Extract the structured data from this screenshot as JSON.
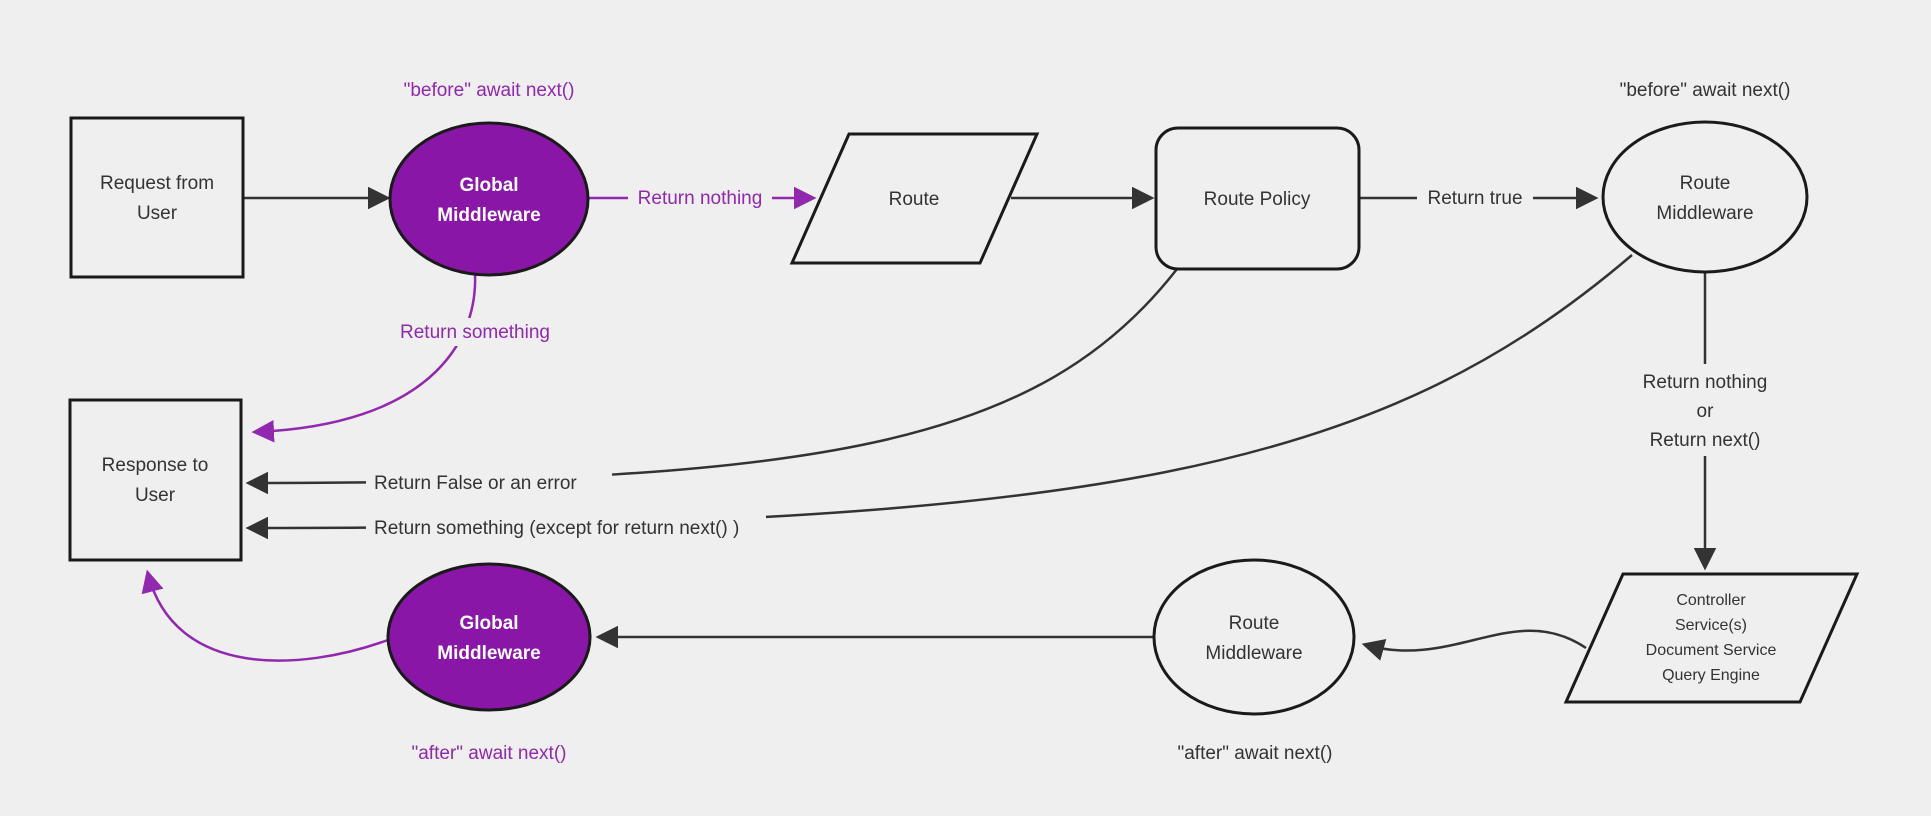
{
  "diagram": {
    "background": "#efefef",
    "colors": {
      "purple_fill": "#8a16a8",
      "purple_accent": "#9128ad",
      "dark": "#333333",
      "node_border": "#1a1a1a",
      "node_fill": "#efefef",
      "white_text": "#ffffff"
    },
    "nodes": {
      "request": {
        "line1": "Request from",
        "line2": "User"
      },
      "global_middleware_top": {
        "line1": "Global",
        "line2": "Middleware"
      },
      "route": {
        "label": "Route"
      },
      "route_policy": {
        "label": "Route Policy"
      },
      "route_middleware_top": {
        "line1": "Route",
        "line2": "Middleware"
      },
      "controller": {
        "line1": "Controller",
        "line2": "Service(s)",
        "line3": "Document Service",
        "line4": "Query Engine"
      },
      "route_middleware_bottom": {
        "line1": "Route",
        "line2": "Middleware"
      },
      "global_middleware_bottom": {
        "line1": "Global",
        "line2": "Middleware"
      },
      "response": {
        "line1": "Response to",
        "line2": "User"
      }
    },
    "edge_labels": {
      "return_nothing": "Return nothing",
      "return_true": "Return true",
      "return_nothing_or_line1": "Return nothing",
      "return_nothing_or_line2": "or",
      "return_nothing_or_line3": "Return next()",
      "return_something": "Return something",
      "return_false_or_error": "Return False or an error",
      "return_something_except": "Return something (except for return next() )"
    },
    "annotations": {
      "before_global": "\"before\" await next()",
      "before_route": "\"before\" await next()",
      "after_route": "\"after\" await next()",
      "after_global": "\"after\" await next()"
    }
  }
}
